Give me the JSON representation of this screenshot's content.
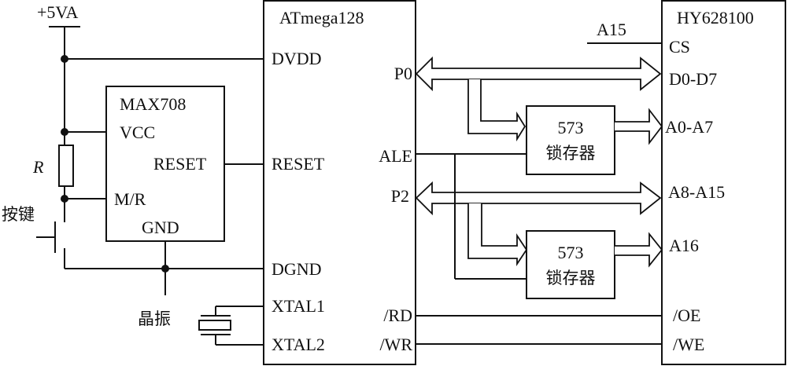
{
  "power": {
    "label": "+5VA"
  },
  "resistor": {
    "label": "R"
  },
  "button": {
    "label": "按键"
  },
  "crystal": {
    "label": "晶振"
  },
  "max708": {
    "title": "MAX708",
    "pins": {
      "vcc": "VCC",
      "reset": "RESET",
      "mr": "M/R",
      "gnd": "GND"
    }
  },
  "atmega": {
    "title": "ATmega128",
    "pins": {
      "dvdd": "DVDD",
      "reset": "RESET",
      "dgnd": "DGND",
      "xtal1": "XTAL1",
      "xtal2": "XTAL2",
      "p0": "P0",
      "ale": "ALE",
      "p2": "P2",
      "rd": "/RD",
      "wr": "/WR"
    }
  },
  "latch1": {
    "part": "573",
    "name": "锁存器"
  },
  "latch2": {
    "part": "573",
    "name": "锁存器"
  },
  "sram": {
    "title": "HY628100",
    "cs_signal": "A15",
    "pins": {
      "cs": "CS",
      "d0d7": "D0-D7",
      "a0a7": "A0-A7",
      "a8a15": "A8-A15",
      "a16": "A16",
      "oe": "/OE",
      "we": "/WE"
    }
  }
}
